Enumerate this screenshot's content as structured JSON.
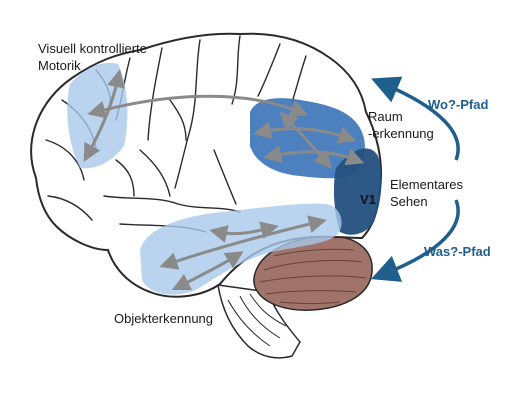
{
  "labels": {
    "visuomotor": "Visuell kontrollierte\nMotorik",
    "spatial": "Raum\n-erkennung",
    "elementary": "Elementares\nSehen",
    "object": "Objekterkennung",
    "v1": "V1"
  },
  "pathways": {
    "dorsal": "Wo?-Pfad",
    "ventral": "Was?-Pfad"
  },
  "colors": {
    "brain_outline": "#2a2a2a",
    "frontal_region": "#a9c8ea",
    "parietal_region": "#3e75b8",
    "occipital_region": "#23507f",
    "temporal_region": "#a9c8ea",
    "cerebellum": "#a0746a",
    "pathway_arrow": "#1f5f8b",
    "inner_arrows": "#8a8a8a"
  },
  "icons": [
    "brain-outline",
    "cerebellum",
    "brainstem",
    "pathway-arrow-up",
    "pathway-arrow-down"
  ]
}
